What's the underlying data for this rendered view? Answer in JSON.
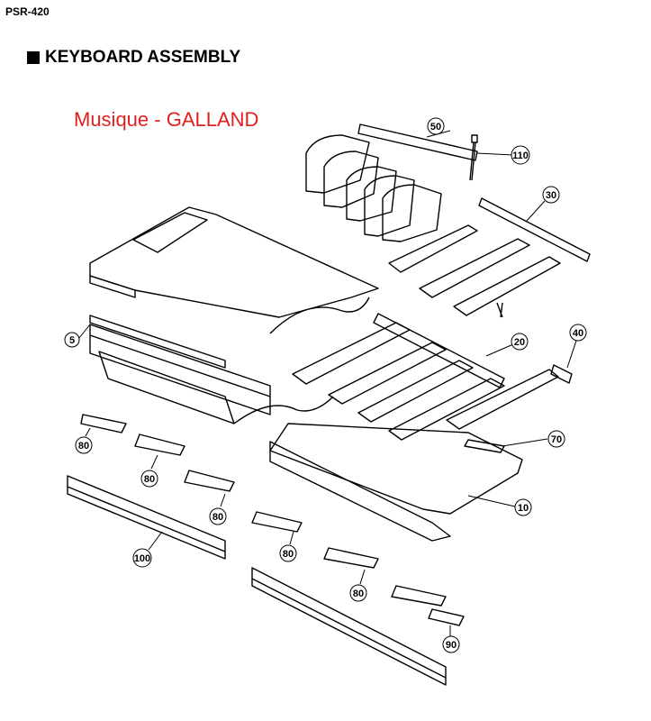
{
  "header": {
    "model": "PSR-420",
    "title": "KEYBOARD ASSEMBLY"
  },
  "watermark": "Musique - GALLAND",
  "callouts": [
    "50",
    "110",
    "30",
    "5",
    "20",
    "40",
    "70",
    "10",
    "80",
    "80",
    "80",
    "80",
    "80",
    "100",
    "90"
  ],
  "colors": {
    "watermark": "#e11f1f",
    "line": "#000000"
  }
}
